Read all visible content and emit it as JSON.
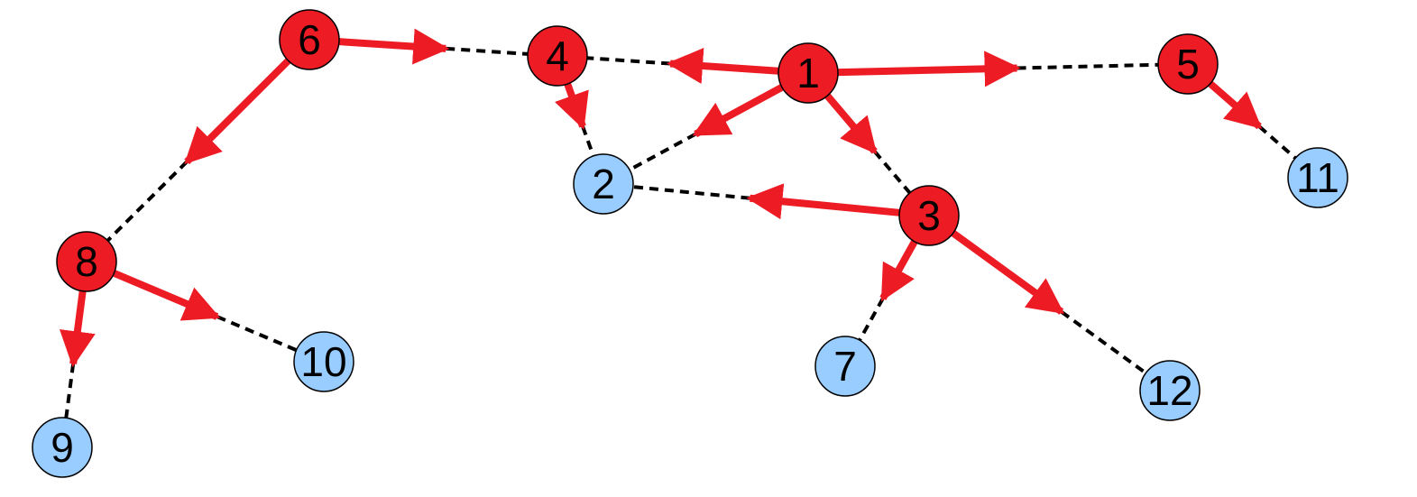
{
  "diagram": {
    "nodes": [
      {
        "id": "1",
        "label": "1",
        "role": "active"
      },
      {
        "id": "2",
        "label": "2",
        "role": "inactive"
      },
      {
        "id": "3",
        "label": "3",
        "role": "active"
      },
      {
        "id": "4",
        "label": "4",
        "role": "active"
      },
      {
        "id": "5",
        "label": "5",
        "role": "active"
      },
      {
        "id": "6",
        "label": "6",
        "role": "active"
      },
      {
        "id": "7",
        "label": "7",
        "role": "inactive"
      },
      {
        "id": "8",
        "label": "8",
        "role": "active"
      },
      {
        "id": "9",
        "label": "9",
        "role": "inactive"
      },
      {
        "id": "10",
        "label": "10",
        "role": "inactive"
      },
      {
        "id": "11",
        "label": "11",
        "role": "inactive"
      },
      {
        "id": "12",
        "label": "12",
        "role": "inactive"
      }
    ],
    "edges": [
      {
        "from": "6",
        "to": "4"
      },
      {
        "from": "6",
        "to": "8"
      },
      {
        "from": "4",
        "to": "2"
      },
      {
        "from": "1",
        "to": "4"
      },
      {
        "from": "1",
        "to": "5"
      },
      {
        "from": "1",
        "to": "2"
      },
      {
        "from": "1",
        "to": "3"
      },
      {
        "from": "5",
        "to": "11"
      },
      {
        "from": "3",
        "to": "2"
      },
      {
        "from": "3",
        "to": "7"
      },
      {
        "from": "3",
        "to": "12"
      },
      {
        "from": "8",
        "to": "10"
      },
      {
        "from": "8",
        "to": "9"
      }
    ],
    "colors": {
      "active_fill": "#ed1c24",
      "inactive_fill": "#99ccff",
      "arrow": "#ed1c24",
      "dashed": "#000000",
      "outline": "#000000"
    }
  }
}
